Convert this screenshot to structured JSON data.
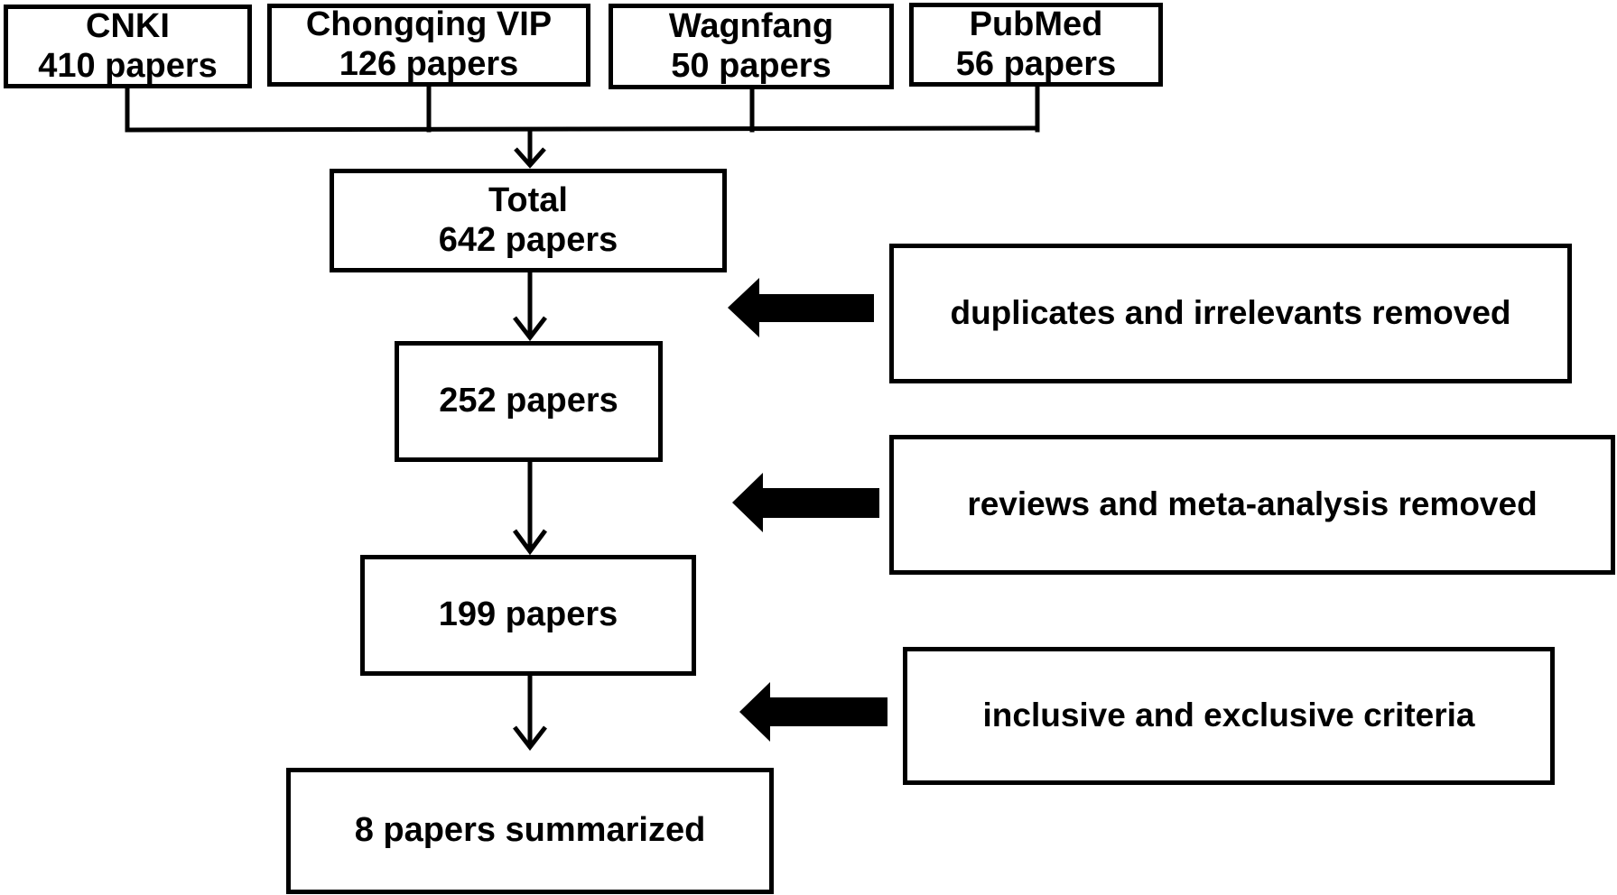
{
  "sources": [
    {
      "name": "CNKI",
      "count": "410 papers"
    },
    {
      "name": "Chongqing VIP",
      "count": "126 papers"
    },
    {
      "name": "Wagnfang",
      "count": "50 papers"
    },
    {
      "name": "PubMed",
      "count": "56 papers"
    }
  ],
  "steps": {
    "total": {
      "title": "Total",
      "count": "642 papers"
    },
    "after_dedup": "252 papers",
    "after_reviews": "199 papers",
    "final": "8 papers summarized"
  },
  "exclusions": [
    "duplicates and irrelevants removed",
    "reviews and meta-analysis removed",
    "inclusive and exclusive criteria"
  ]
}
